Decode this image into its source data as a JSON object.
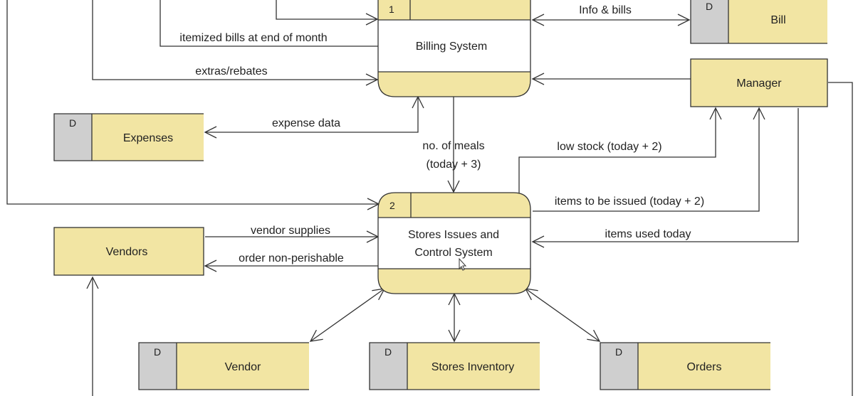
{
  "processes": {
    "billing": {
      "number": "1",
      "name": "Billing System"
    },
    "stores": {
      "number": "2",
      "name_line1": "Stores Issues and",
      "name_line2": "Control System"
    }
  },
  "data_stores": {
    "bill": {
      "tag": "D",
      "name": "Bill"
    },
    "expenses": {
      "tag": "D",
      "name": "Expenses"
    },
    "vendor": {
      "tag": "D",
      "name": "Vendor"
    },
    "stores_inventory": {
      "tag": "D",
      "name": "Stores Inventory"
    },
    "orders": {
      "tag": "D",
      "name": "Orders"
    }
  },
  "entities": {
    "manager": "Manager",
    "vendors": "Vendors"
  },
  "flows": {
    "info_bills": "Info & bills",
    "itemized_bills": "itemized bills at end of month",
    "extras_rebates": "extras/rebates",
    "expense_data": "expense data",
    "no_of_meals_1": "no. of meals",
    "no_of_meals_2": "(today + 3)",
    "low_stock": "low stock (today + 2)",
    "items_issued": "items to be issued (today + 2)",
    "items_used": "items used today",
    "vendor_supplies": "vendor supplies",
    "order_non_perishable": "order non-perishable"
  },
  "colors": {
    "box_fill": "#f2e5a3",
    "tag_fill": "#cfcfcf",
    "line": "#333333"
  }
}
